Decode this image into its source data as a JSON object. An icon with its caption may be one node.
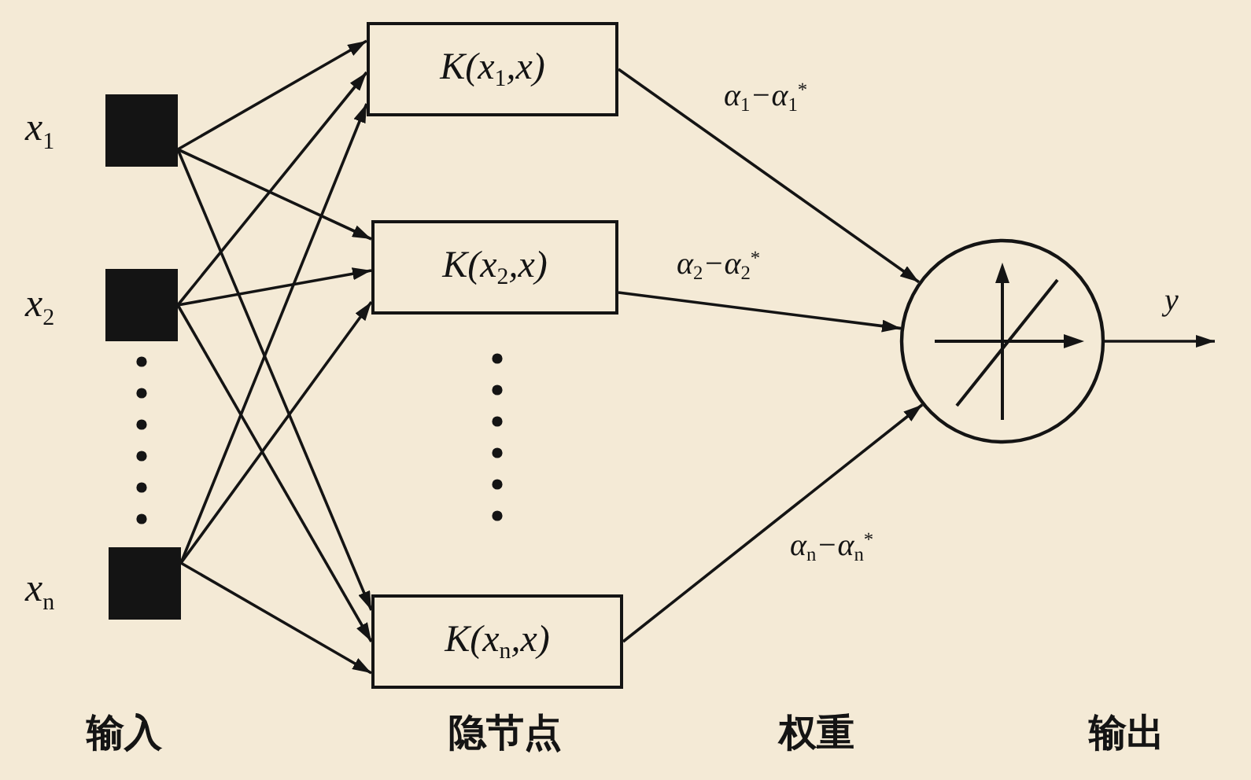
{
  "diagram": {
    "nodes": [
      {
        "text": [],
        "shape": "box",
        "beside": [
          "x$_{1}$"
        ]
      },
      {
        "text": [],
        "shape": "box",
        "beside": [
          "x$_{2}$"
        ]
      },
      {
        "text": [],
        "shape": "box",
        "beside": [
          "x$_{n}$"
        ]
      },
      {
        "text": [
          "K(x$_{1}$,x)"
        ]
      },
      {
        "text": [
          "K(x$_{2}$,x)"
        ]
      },
      {
        "text": [
          "K(x$_{n}$,x)"
        ]
      },
      {
        "text": [],
        "shape": "circle"
      }
    ],
    "edges": [
      {
        "from": 0,
        "to": 3,
        "arrow": "to"
      },
      {
        "from": 0,
        "to": 4,
        "arrow": "to"
      },
      {
        "from": 0,
        "to": 5,
        "arrow": "to"
      },
      {
        "from": 1,
        "to": 3,
        "arrow": "to"
      },
      {
        "from": 1,
        "to": 4,
        "arrow": "to"
      },
      {
        "from": 1,
        "to": 5,
        "arrow": "to"
      },
      {
        "from": 2,
        "to": 3,
        "arrow": "to"
      },
      {
        "from": 2,
        "to": 4,
        "arrow": "to"
      },
      {
        "from": 2,
        "to": 5,
        "arrow": "to"
      },
      {
        "from": 3,
        "to": 6,
        "arrow": "to",
        "label": "α$_{1}$−α$_{1}$$^{*}$"
      },
      {
        "from": 4,
        "to": 6,
        "arrow": "to",
        "label": "α$_{2}$−α$_{2}$$^{*}$"
      },
      {
        "from": 5,
        "to": 6,
        "arrow": "to",
        "label": "α$_{n}$−α$_{n}$$^{*}$"
      },
      {
        "from": 6,
        "to": null,
        "arrow": "to",
        "label": "y"
      }
    ],
    "labels": [
      "输入",
      "隐节点",
      "权重",
      "输出"
    ]
  }
}
